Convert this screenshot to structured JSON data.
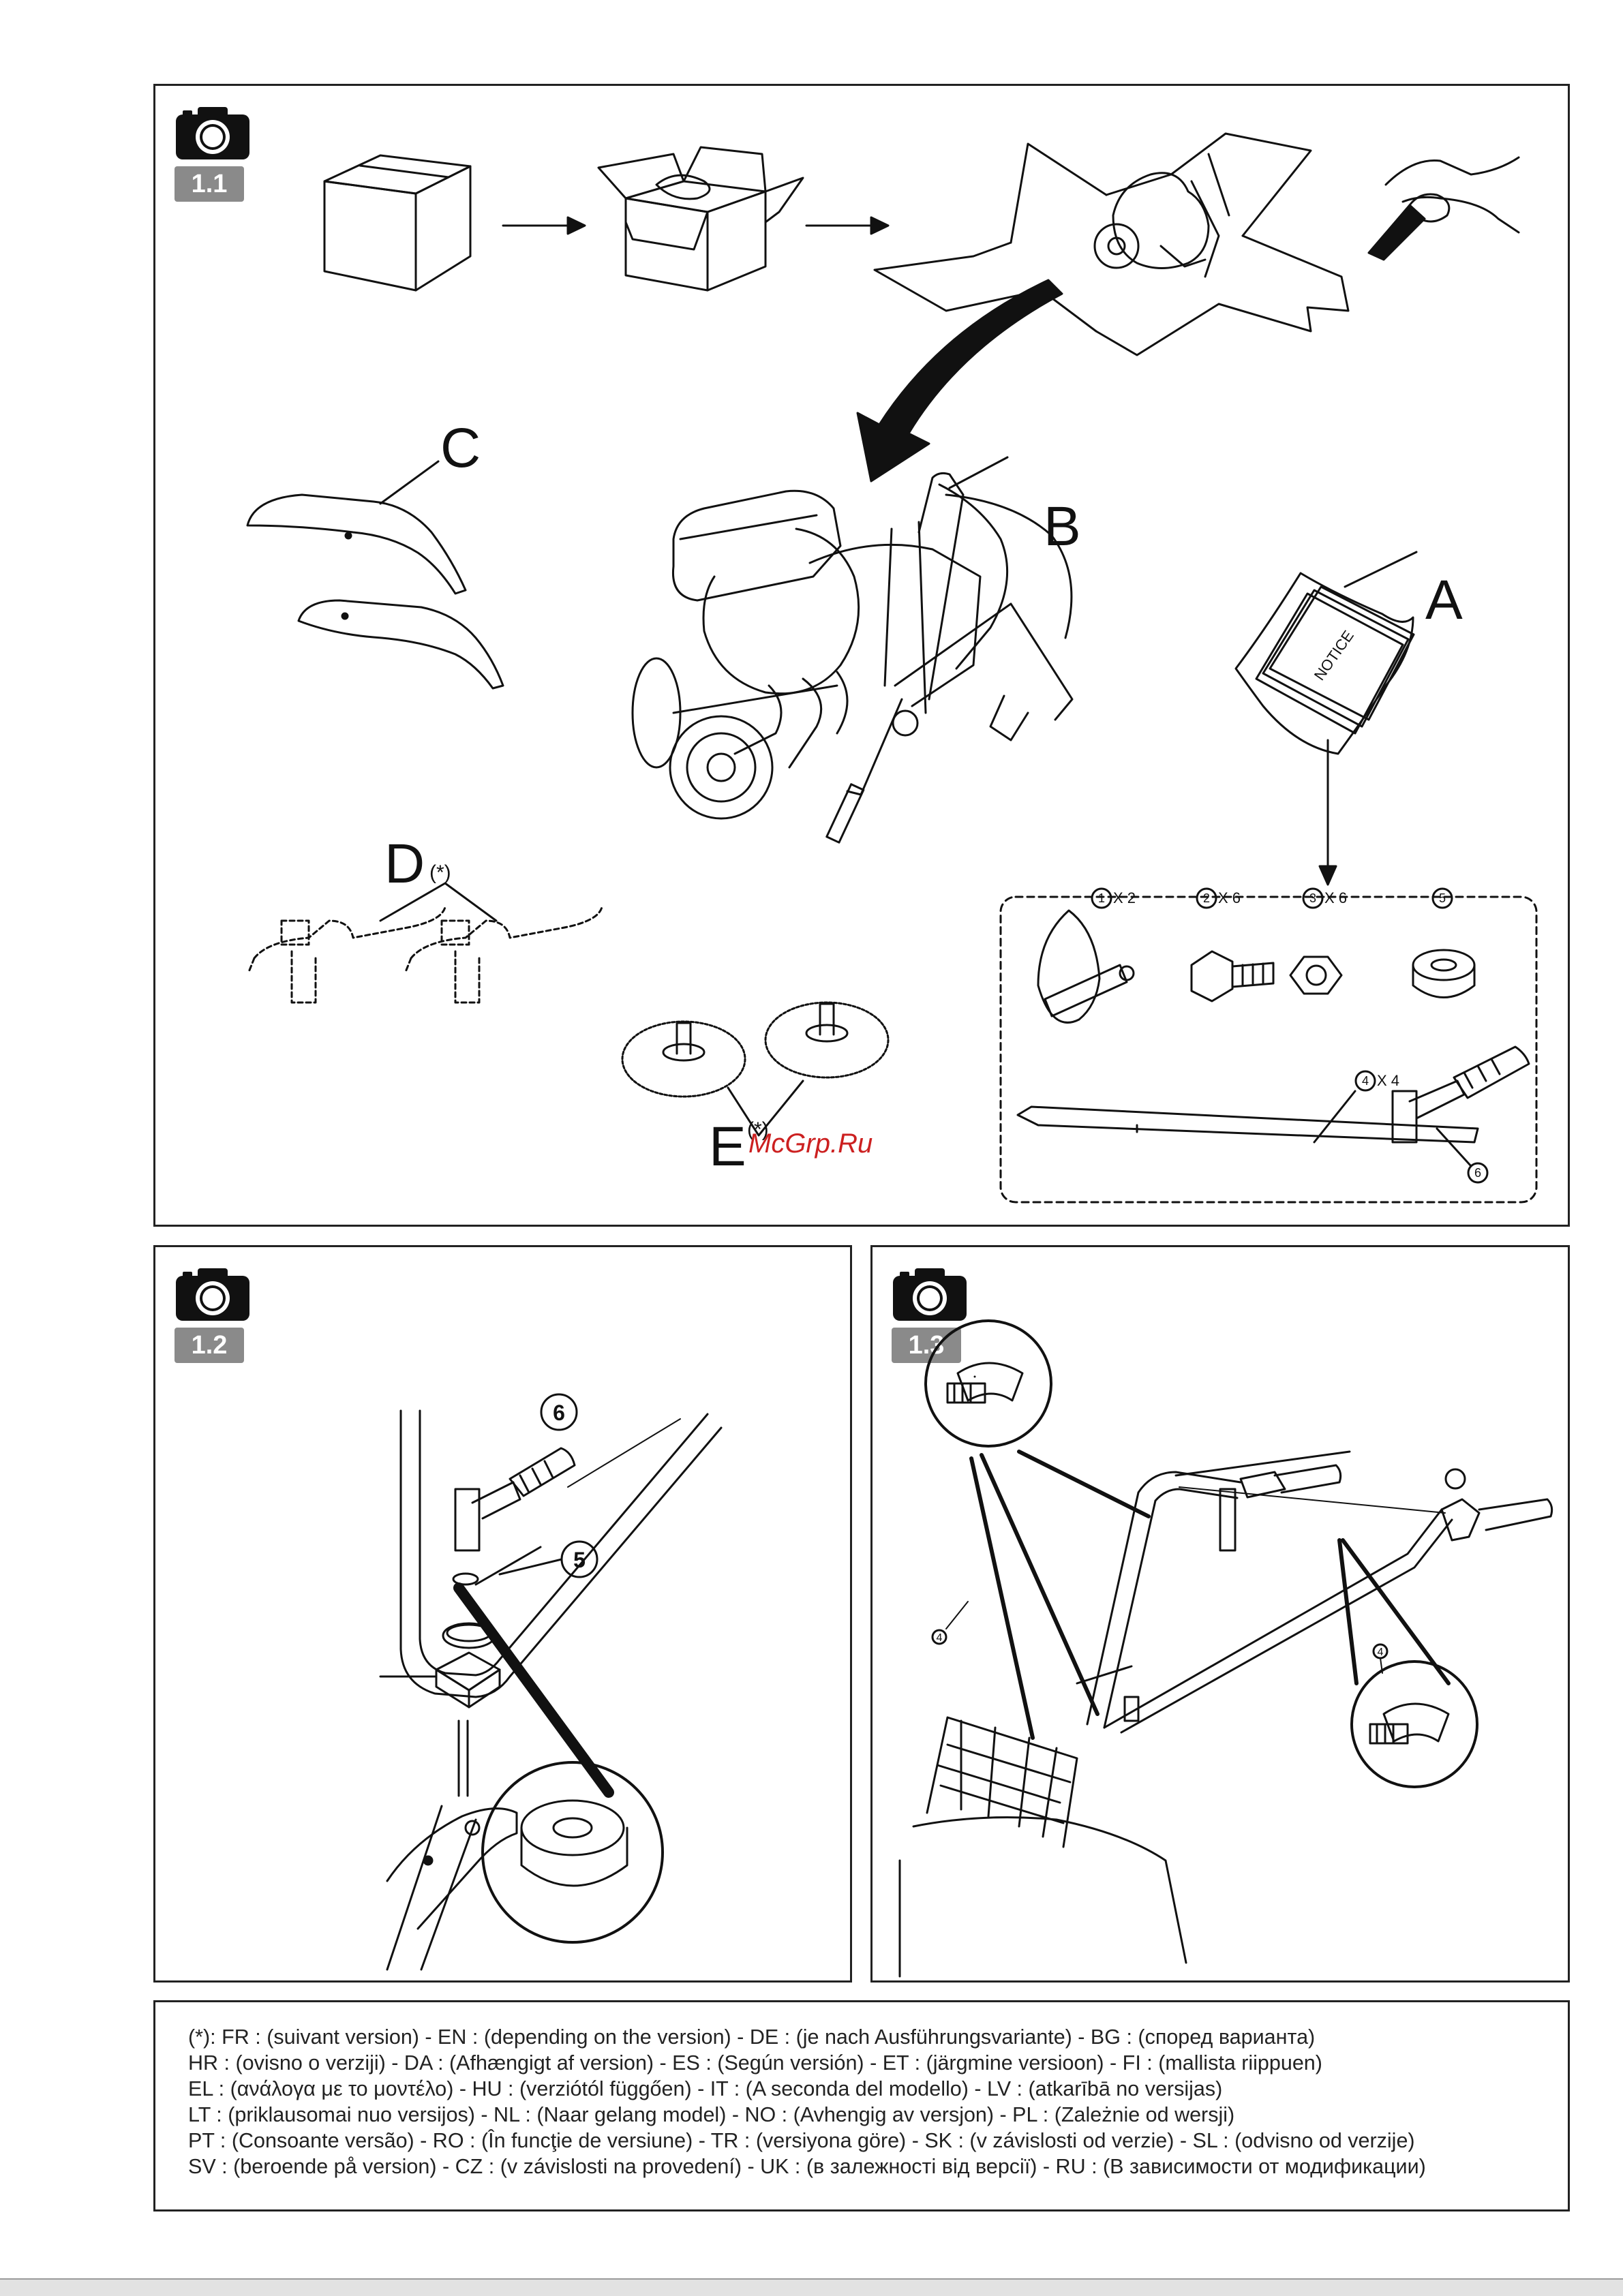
{
  "panels": {
    "p11": {
      "badge": "1.1"
    },
    "p12": {
      "badge": "1.2"
    },
    "p13": {
      "badge": "1.3"
    }
  },
  "labels": {
    "A": "A",
    "B": "B",
    "C": "C",
    "D": "D",
    "D_mark": "(*)",
    "E": "E",
    "E_mark": "(*)",
    "notice": "NOTICE"
  },
  "parts": {
    "p1": "1",
    "p1_qty": "X 2",
    "p2": "2",
    "p2_qty": "X 6",
    "p3": "3",
    "p3_qty": "X 6",
    "p4": "4",
    "p4_qty": "X 4",
    "p5": "5",
    "p6": "6"
  },
  "callouts_12": {
    "c6": "6",
    "c5": "5"
  },
  "callouts_13": {
    "c4a": "4",
    "c4b": "4"
  },
  "watermark": "McGrp.Ru",
  "notes": [
    "(*): FR : (suivant version) - EN : (depending on the version) - DE : (je nach Ausführungsvariante) - BG : (според варианта)",
    "HR : (ovisno o verziji) - DA : (Afhængigt af version) - ES : (Según versión) - ET : (järgmine versioon) - FI : (mallista riippuen)",
    "EL : (ανάλογα με το μοντέλο) - HU : (verziótól függően) - IT : (A seconda del modello) - LV : (atkarībā no versijas)",
    "LT : (priklausomai nuo versijos) - NL : (Naar gelang model) - NO : (Avhengig av versjon) - PL : (Zależnie od wersji)",
    "PT : (Consoante versão) - RO : (În funcţie de versiune) - TR : (versiyona göre) - SK : (v závislosti od verzie) - SL : (odvisno od verzije)",
    "SV : (beroende på version) - CZ : (v závislosti na provedení) - UK : (в залежності від версії) - RU : (В зависимости от модификации)"
  ]
}
